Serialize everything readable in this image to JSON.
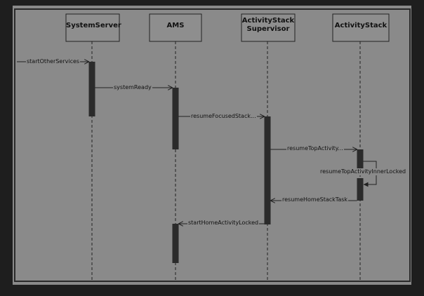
{
  "colors": {
    "page_bg": "#1e1e1e",
    "diagram_bg": "#8a8a8a",
    "frame": "#2a2a2a",
    "box_fill": "#8e8e8e",
    "activation": "#2b2b2b",
    "line": "#222222"
  },
  "participants": [
    {
      "id": "systemserver",
      "label": "SystemServer"
    },
    {
      "id": "ams",
      "label": "AMS"
    },
    {
      "id": "supervisor",
      "label": "ActivityStack Supervisor",
      "label_lines": [
        "ActivityStack",
        "Supervisor"
      ]
    },
    {
      "id": "activitystack",
      "label": "ActivityStack"
    }
  ],
  "messages": [
    {
      "id": "startotherservices",
      "label": "startOtherServices",
      "from": "external",
      "to": "systemserver"
    },
    {
      "id": "systemready",
      "label": "systemReady",
      "from": "systemserver",
      "to": "ams"
    },
    {
      "id": "resumefocusedstack",
      "label": "resumeFocusedStack...",
      "from": "ams",
      "to": "supervisor"
    },
    {
      "id": "resumetopactivity",
      "label": "resumeTopActivity...",
      "from": "supervisor",
      "to": "activitystack"
    },
    {
      "id": "resumetopactivityinnerlocked",
      "label": "resumeTopActivityInnerLocked",
      "from": "activitystack",
      "to": "activitystack"
    },
    {
      "id": "resumehomestacktask",
      "label": "resumeHomeStackTask",
      "from": "activitystack",
      "to": "supervisor"
    },
    {
      "id": "starthomeactivitylocked",
      "label": "startHomeActivityLocked",
      "from": "supervisor",
      "to": "ams"
    }
  ]
}
